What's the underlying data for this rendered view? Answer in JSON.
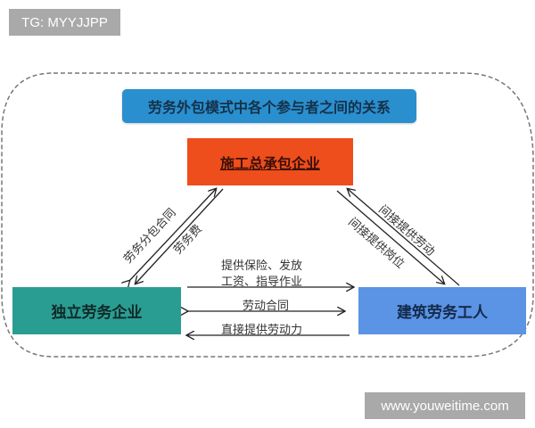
{
  "watermarks": {
    "top": "TG: MYYJJPP",
    "bottom": "www.youweitime.com"
  },
  "diagram": {
    "title": "劳务外包模式中各个参与者之间的关系",
    "nodes": {
      "general_contractor": "施工总承包企业",
      "labor_company": "独立劳务企业",
      "construction_workers": "建筑劳务工人"
    },
    "edges": {
      "left_outer": "劳务分包合同",
      "left_inner": "劳务费",
      "right_outer": "间接提供劳动",
      "right_inner": "间接提供岗位",
      "bottom_1_line1": "提供保险、发放",
      "bottom_1_line2": "工资、指导作业",
      "bottom_2": "劳动合同",
      "bottom_3": "直接提供劳动力"
    },
    "colors": {
      "title_bg": "#2a8fcf",
      "contractor_bg": "#ee4d1c",
      "labor_company_bg": "#2a9d93",
      "worker_bg": "#5b93e5"
    }
  }
}
